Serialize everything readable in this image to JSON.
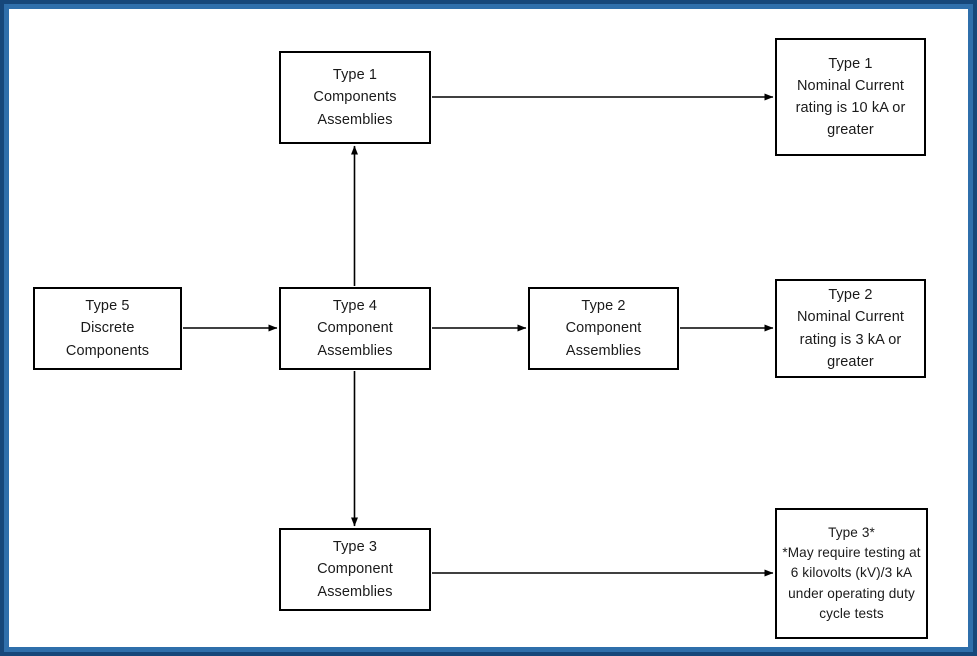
{
  "frame": {
    "outer_border_color": "#16477a",
    "inner_border_color": "#2f6fab",
    "background_color": "#ffffff"
  },
  "diagram": {
    "type": "flowchart",
    "node_border_color": "#000000",
    "connector_color": "#000000",
    "nodes": [
      {
        "id": "type1-components",
        "lines": [
          "Type 1",
          "Components",
          "Assemblies"
        ]
      },
      {
        "id": "type1-nominal",
        "lines": [
          "Type 1",
          "Nominal Current",
          "rating is 10 kA or",
          "greater"
        ]
      },
      {
        "id": "type5-discrete",
        "lines": [
          "Type 5",
          "Discrete",
          "Components"
        ]
      },
      {
        "id": "type4-component",
        "lines": [
          "Type 4",
          "Component",
          "Assemblies"
        ]
      },
      {
        "id": "type2-component",
        "lines": [
          "Type 2",
          "Component",
          "Assemblies"
        ]
      },
      {
        "id": "type2-nominal",
        "lines": [
          "Type 2",
          "Nominal Current",
          "rating is 3 kA or",
          "greater"
        ]
      },
      {
        "id": "type3-component",
        "lines": [
          "Type 3",
          "Component",
          "Assemblies"
        ]
      },
      {
        "id": "type3-note",
        "lines": [
          "Type 3*",
          "*May require testing at 6 kilovolts (kV)/3 kA under operating duty cycle tests"
        ]
      }
    ],
    "edges": [
      {
        "from": "type5-discrete",
        "to": "type4-component",
        "direction": "right"
      },
      {
        "from": "type4-component",
        "to": "type1-components",
        "direction": "up"
      },
      {
        "from": "type4-component",
        "to": "type2-component",
        "direction": "right"
      },
      {
        "from": "type4-component",
        "to": "type3-component",
        "direction": "down"
      },
      {
        "from": "type1-components",
        "to": "type1-nominal",
        "direction": "right"
      },
      {
        "from": "type2-component",
        "to": "type2-nominal",
        "direction": "right"
      },
      {
        "from": "type3-component",
        "to": "type3-note",
        "direction": "right"
      }
    ]
  }
}
